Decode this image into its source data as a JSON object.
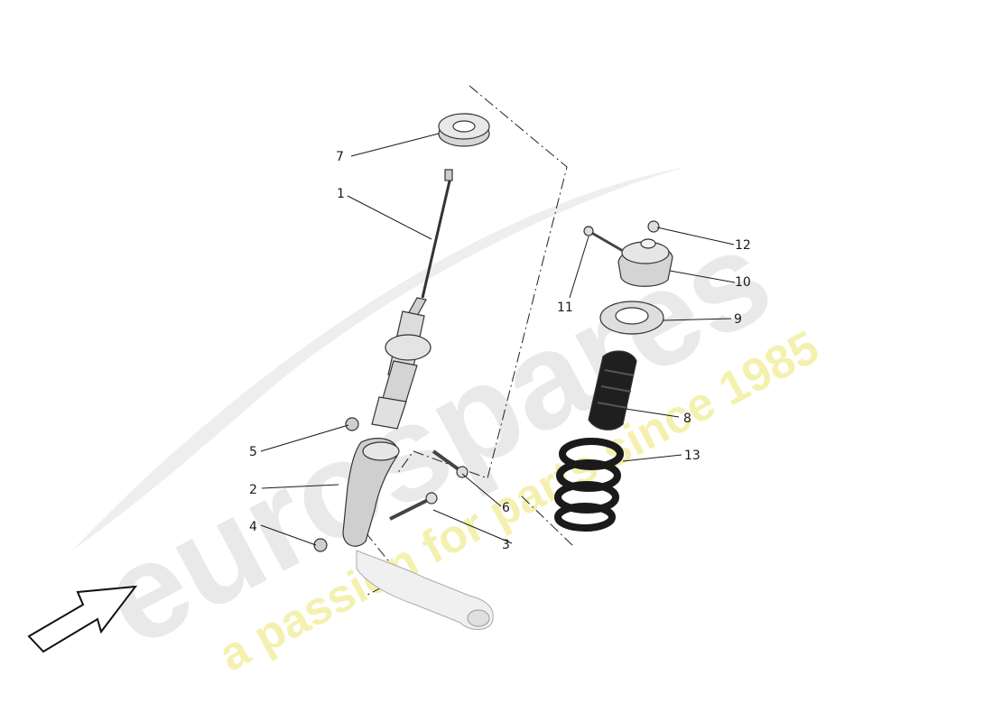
{
  "diagram": {
    "callouts": [
      {
        "id": "1",
        "label": "1"
      },
      {
        "id": "2",
        "label": "2"
      },
      {
        "id": "3",
        "label": "3"
      },
      {
        "id": "4",
        "label": "4"
      },
      {
        "id": "5",
        "label": "5"
      },
      {
        "id": "6",
        "label": "6"
      },
      {
        "id": "7",
        "label": "7"
      },
      {
        "id": "8",
        "label": "8"
      },
      {
        "id": "9",
        "label": "9"
      },
      {
        "id": "10",
        "label": "10"
      },
      {
        "id": "11",
        "label": "11"
      },
      {
        "id": "12",
        "label": "12"
      },
      {
        "id": "13",
        "label": "13"
      }
    ]
  },
  "watermark": {
    "brand": "eurospares",
    "tagline": "a passion for parts since 1985",
    "brand_color": "#e4e4e4",
    "tagline_color": "#f3f0a8"
  },
  "colors": {
    "line": "#1a1a1a",
    "part_fill": "#d9d9d9",
    "dark_part": "#222222"
  }
}
